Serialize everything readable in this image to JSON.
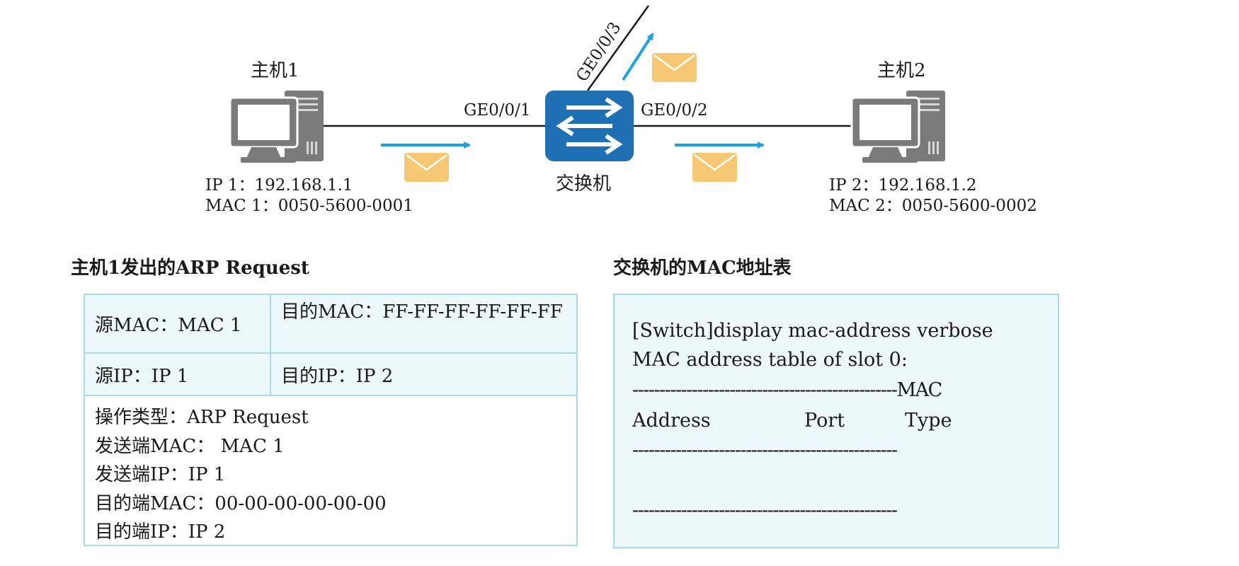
{
  "topology": {
    "host1": {
      "name": "主机1",
      "ip": "IP 1：192.168.1.1",
      "mac": "MAC 1：0050-5600-0001"
    },
    "host2": {
      "name": "主机2",
      "ip": "IP 2：192.168.1.2",
      "mac": "MAC 2：0050-5600-0002"
    },
    "switch": {
      "name": "交换机",
      "ports": [
        "GE0/0/1",
        "GE0/0/2",
        "GE0/0/3"
      ]
    },
    "colors": {
      "switch_blue": "#1f6fb5",
      "arrow_blue": "#1aa3e0",
      "envelope_yellow": "#f7c873",
      "device_gray": "#7a7a7a"
    }
  },
  "arp_request": {
    "title": "主机1发出的ARP Request",
    "src_mac": "源MAC：MAC 1",
    "dst_mac": "目的MAC：FF-FF-FF-FF-FF-FF",
    "src_ip": "源IP：IP 1",
    "dst_ip": "目的IP：IP 2",
    "op_type": "操作类型：ARP Request",
    "sender_mac": "发送端MAC： MAC 1",
    "sender_ip": "发送端IP：IP 1",
    "target_mac": "目的端MAC：00-00-00-00-00-00",
    "target_ip": "目的端IP：IP 2"
  },
  "mac_table": {
    "title": "交换机的MAC地址表",
    "command": "[Switch]display mac-address verbose",
    "slot_line": "MAC address table of slot 0:",
    "dash_mac_line": "-------------------------------------------------MAC",
    "col_address": "Address",
    "col_port": "Port",
    "col_type": "Type",
    "dash_line_1": "-------------------------------------------------",
    "dash_line_2": "-------------------------------------------------"
  }
}
